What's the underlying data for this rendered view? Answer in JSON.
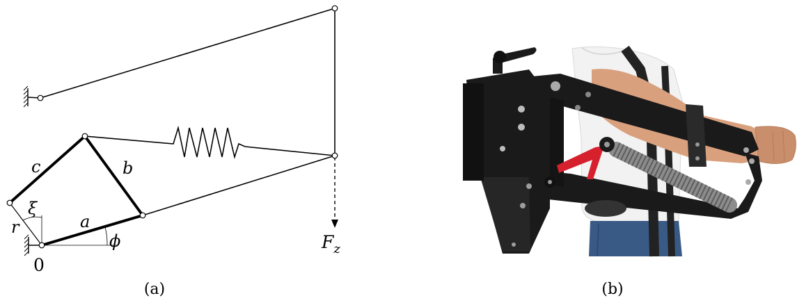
{
  "panel_a": {
    "caption": "(a)",
    "labels": {
      "a": "a",
      "b": "b",
      "c": "c",
      "r": "r",
      "xi": "ξ",
      "phi": "ϕ",
      "origin": "0",
      "force": "F",
      "force_sub": "z"
    }
  },
  "panel_b": {
    "caption": "(b)"
  },
  "colors": {
    "line": "#000000",
    "exo_frame": "#1a1a1a",
    "red_link": "#d6202e",
    "spring": "#8c8c8c",
    "skin": "#d9a07e",
    "shirt": "#f2f2f2",
    "jeans": "#3a5a86"
  }
}
